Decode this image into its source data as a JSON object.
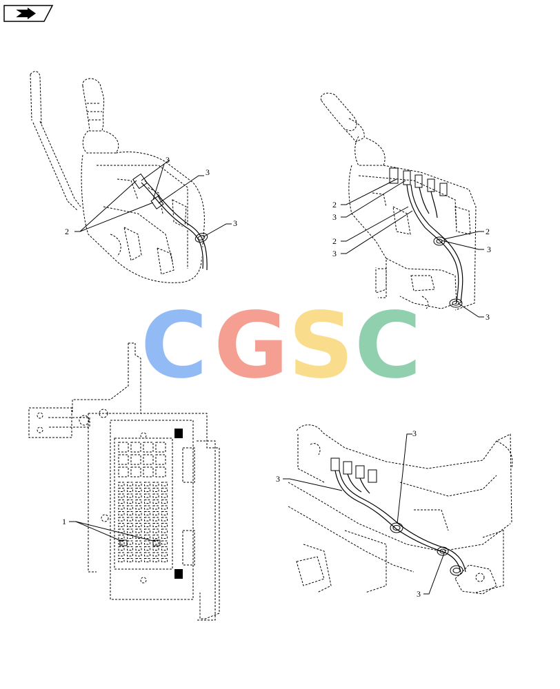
{
  "header": {
    "icon": "forward-arrow-icon"
  },
  "watermark": {
    "letters": [
      {
        "char": "C",
        "color": "#7fb0f5"
      },
      {
        "char": "G",
        "color": "#f48f80"
      },
      {
        "char": "S",
        "color": "#f8d878"
      },
      {
        "char": "C",
        "color": "#7dc8a0"
      }
    ]
  },
  "views": {
    "top_left": {
      "callouts": [
        "3",
        "3",
        "2",
        "3"
      ]
    },
    "top_right": {
      "callouts": [
        "2",
        "3",
        "2",
        "3",
        "2",
        "3",
        "3"
      ]
    },
    "bottom_left": {
      "callouts": [
        "1"
      ]
    },
    "bottom_right": {
      "callouts": [
        "3",
        "3",
        "3"
      ]
    }
  }
}
